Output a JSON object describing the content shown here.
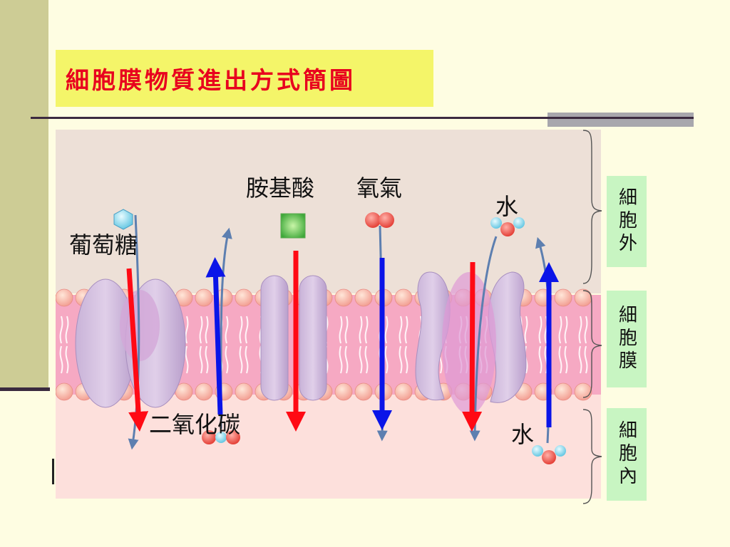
{
  "title": "細胞膜物質進出方式簡圖",
  "labels": {
    "glucose": "葡萄糖",
    "amino_acid": "胺基酸",
    "oxygen": "氧氣",
    "water_top": "水",
    "co2": "二氧化碳",
    "water_bottom": "水"
  },
  "regions": {
    "outside": "細胞外",
    "membrane": "細胞膜",
    "inside": "細胞內"
  },
  "colors": {
    "inward_arrow": "#ff0a14",
    "outward_arrow": "#0a14e8",
    "title_text": "#e8001e",
    "title_bg": "#f4f569",
    "region_bg": "#c8f5c2"
  }
}
